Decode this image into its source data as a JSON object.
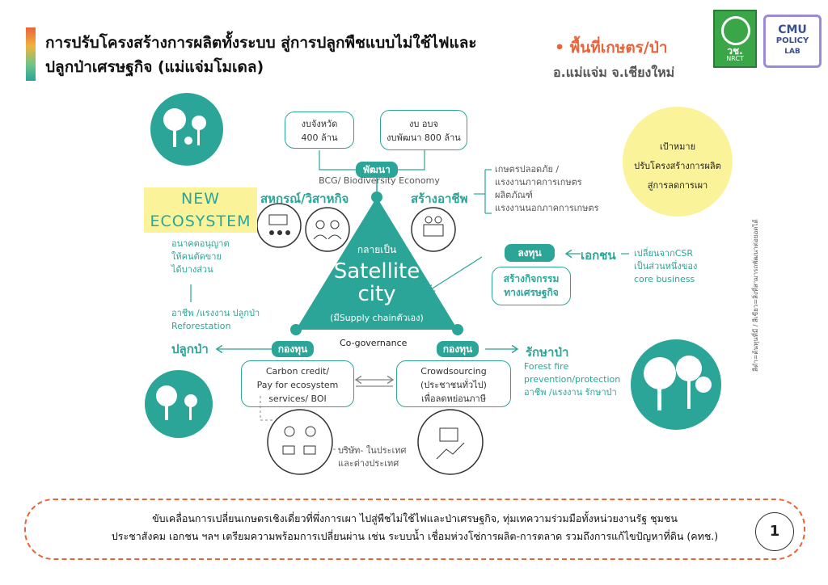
{
  "header": {
    "title_line1": "การปรับโครงสร้างการผลิตทั้งระบบ สู่การปลูกพืชแบบไม่ใช้ไฟและ",
    "title_line2": "ปลูกป่าเศรษฐกิจ (แม่แจ่มโมเดล)",
    "area": "• พื้นที่เกษตร/ป่า",
    "location": "อ.แม่แจ่ม จ.เชียงใหม่",
    "logo1_text": "วช.",
    "logo1_sub": "NRCT",
    "logo2_line1": "CMU",
    "logo2_line2": "POLICY",
    "logo2_line3": "LAB"
  },
  "goal": {
    "line1": "เป้าหมาย",
    "line2": "ปรับโครงสร้างการผลิต",
    "line3": "สู่การลดการเผา"
  },
  "budget": {
    "province": "งบจังหวัด\n400 ล้าน",
    "local": "งบ อบจ\nงบพัฒนา 800 ล้าน"
  },
  "triangle": {
    "top_pill": "พัฒนา",
    "bcg": "BCG/ Biodiversity Economy",
    "left_label": "สหกรณ์/วิสาหกิจ",
    "right_label": "สร้างอาชีพ",
    "become": "กลายเป็น",
    "satellite1": "Satellite",
    "satellite2": "city",
    "supply": "(มีSupply chainตัวเอง)",
    "cogov": "Co-governance",
    "fund_left": "กองทุน",
    "fund_right": "กองทุน"
  },
  "careers": [
    "เกษตรปลอดภัย /",
    "แรงงานภาคการเกษตร",
    "ผลิตภัณฑ์",
    "แรงงานนอกภาคการเกษตร"
  ],
  "new_ecosystem": {
    "line1": "NEW",
    "line2": "ECOSYSTEM",
    "note1": "อนาคตอนุญาต",
    "note2": "ให้คนตัดขาย",
    "note3": "ได้บางส่วน",
    "jobs": "อาชีพ /แรงงาน ปลูกป่า",
    "refor": "Reforestation",
    "plant": "ปลูกป่า"
  },
  "invest": {
    "pill": "ลงทุน",
    "private": "เอกชน",
    "csr1": "เปลี่ยนจากCSR",
    "csr2": "เป็นส่วนหนึ่งของ",
    "csr3": "core business",
    "box": "สร้างกิจกรรม\nทางเศรษฐกิจ"
  },
  "carbon": {
    "box": "Carbon credit/\nPay for ecosystem\nservices/ BOI",
    "company1": "บริษัท- ในประเทศ",
    "company2": "และต่างประเทศ"
  },
  "crowd": {
    "box": "Crowdsourcing\n(ประชาชนทั่วไป)\nเพื่อลดหย่อนภาษี"
  },
  "protect": {
    "label": "รักษาป่า",
    "line1": "Forest fire",
    "line2": "prevention/protection",
    "line3": "อาชีพ /แรงงาน รักษาป่า"
  },
  "side_note": "สีดำ=ต้นทุนที่มี / สีเขียว=สิ่งที่สามารถพัฒนาต่อยอดได้",
  "footer": {
    "line1": "ขับเคลื่อนการเปลี่ยนเกษตรเชิงเดี่ยวที่พึ่งการเผา ไปสู่พืชไม่ใช้ไฟและป่าเศรษฐกิจ, ทุ่มเทความร่วมมือทั้งหน่วยงานรัฐ ชุมชน",
    "line2": "ประชาสังคม เอกชน ฯลฯ เตรียมความพร้อมการเปลี่ยนผ่าน เช่น ระบบน้ำ เชื่อมห่วงโซ่การผลิต-การตลาด รวมถึงการแก้ไขปัญหาที่ดิน (คทช.)",
    "page": "1"
  },
  "colors": {
    "teal": "#2aa598",
    "orange": "#e8643a",
    "yellow": "#fbf39a"
  },
  "icons": [
    "trees-farmer-icon",
    "meeting-icon",
    "people-icon",
    "farm-market-icon",
    "money-people-icon",
    "tax-money-icon",
    "forest-fire-icon"
  ]
}
